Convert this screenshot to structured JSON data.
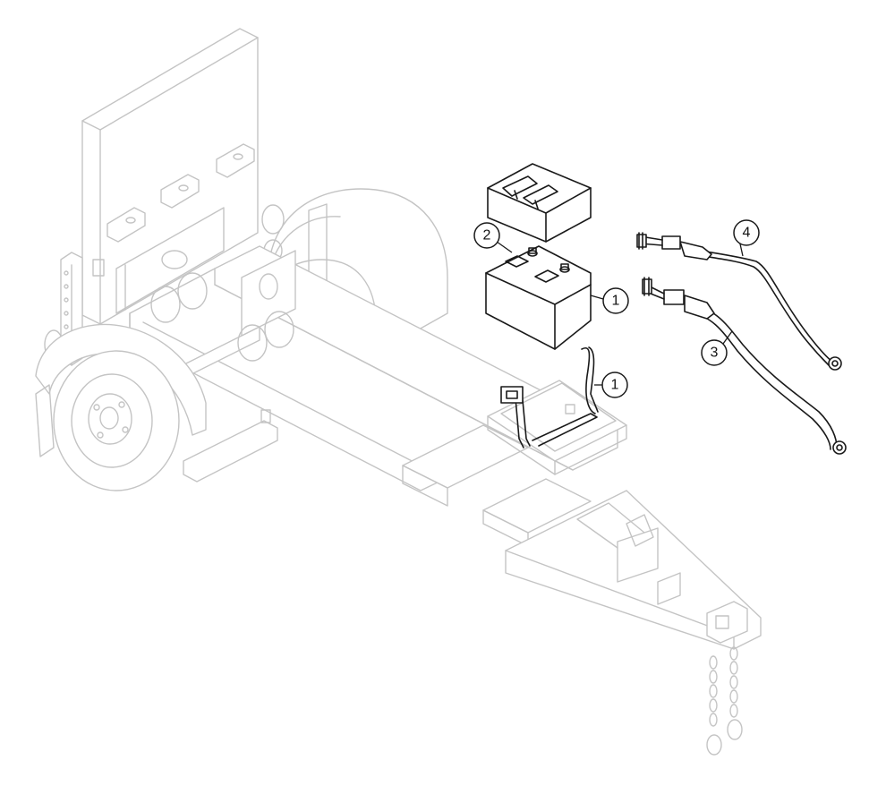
{
  "callouts": {
    "battery": "1",
    "hold_down_strap": "1",
    "battery_cover": "2",
    "negative_cable": "3",
    "positive_cable": "4"
  },
  "colors": {
    "ghost": "#c4c4c4",
    "part": "#1a1a1a",
    "background": "#ffffff"
  }
}
